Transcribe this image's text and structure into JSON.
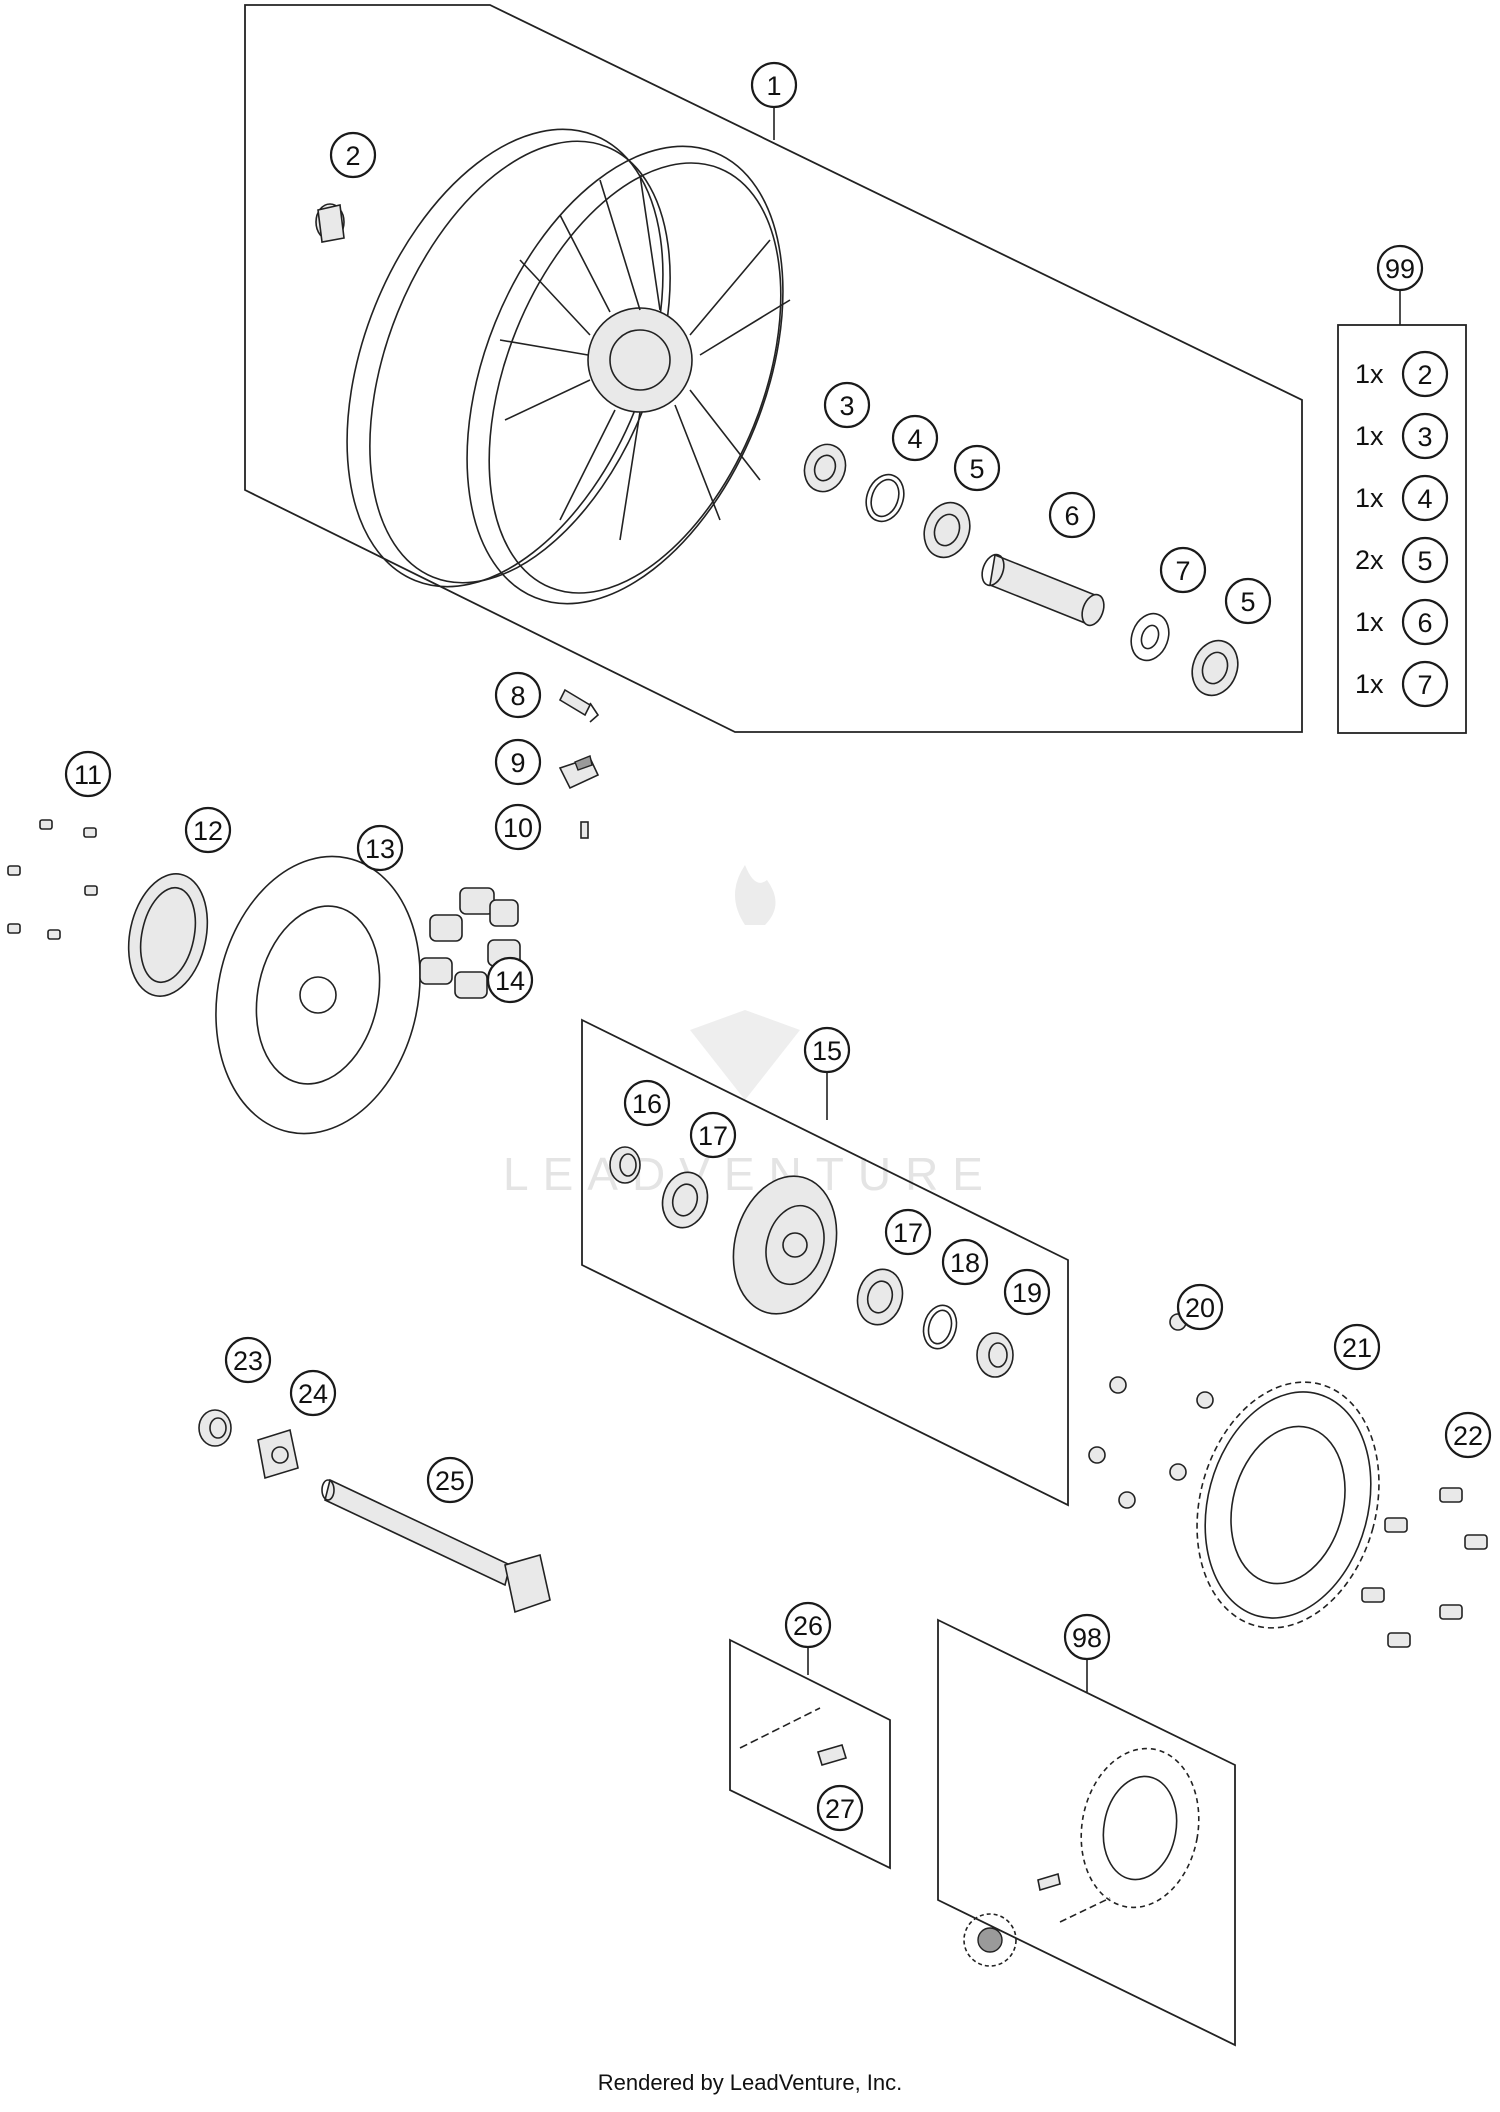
{
  "callouts": [
    {
      "id": "c1",
      "label": "1"
    },
    {
      "id": "c2",
      "label": "2"
    },
    {
      "id": "c3",
      "label": "3"
    },
    {
      "id": "c4",
      "label": "4"
    },
    {
      "id": "c5a",
      "label": "5"
    },
    {
      "id": "c6",
      "label": "6"
    },
    {
      "id": "c7",
      "label": "7"
    },
    {
      "id": "c5b",
      "label": "5"
    },
    {
      "id": "c8",
      "label": "8"
    },
    {
      "id": "c9",
      "label": "9"
    },
    {
      "id": "c10",
      "label": "10"
    },
    {
      "id": "c11",
      "label": "11"
    },
    {
      "id": "c12",
      "label": "12"
    },
    {
      "id": "c13",
      "label": "13"
    },
    {
      "id": "c14",
      "label": "14"
    },
    {
      "id": "c15",
      "label": "15"
    },
    {
      "id": "c16",
      "label": "16"
    },
    {
      "id": "c17a",
      "label": "17"
    },
    {
      "id": "c17b",
      "label": "17"
    },
    {
      "id": "c18",
      "label": "18"
    },
    {
      "id": "c19",
      "label": "19"
    },
    {
      "id": "c20",
      "label": "20"
    },
    {
      "id": "c21",
      "label": "21"
    },
    {
      "id": "c22",
      "label": "22"
    },
    {
      "id": "c23",
      "label": "23"
    },
    {
      "id": "c24",
      "label": "24"
    },
    {
      "id": "c25",
      "label": "25"
    },
    {
      "id": "c26",
      "label": "26"
    },
    {
      "id": "c27",
      "label": "27"
    },
    {
      "id": "c98",
      "label": "98"
    },
    {
      "id": "c99",
      "label": "99"
    }
  ],
  "kit_99": {
    "items": [
      {
        "qty": "1x",
        "part": "2"
      },
      {
        "qty": "1x",
        "part": "3"
      },
      {
        "qty": "1x",
        "part": "4"
      },
      {
        "qty": "2x",
        "part": "5"
      },
      {
        "qty": "1x",
        "part": "6"
      },
      {
        "qty": "1x",
        "part": "7"
      }
    ]
  },
  "watermark": "LEADVENTURE",
  "footer": "Rendered by LeadVenture, Inc."
}
